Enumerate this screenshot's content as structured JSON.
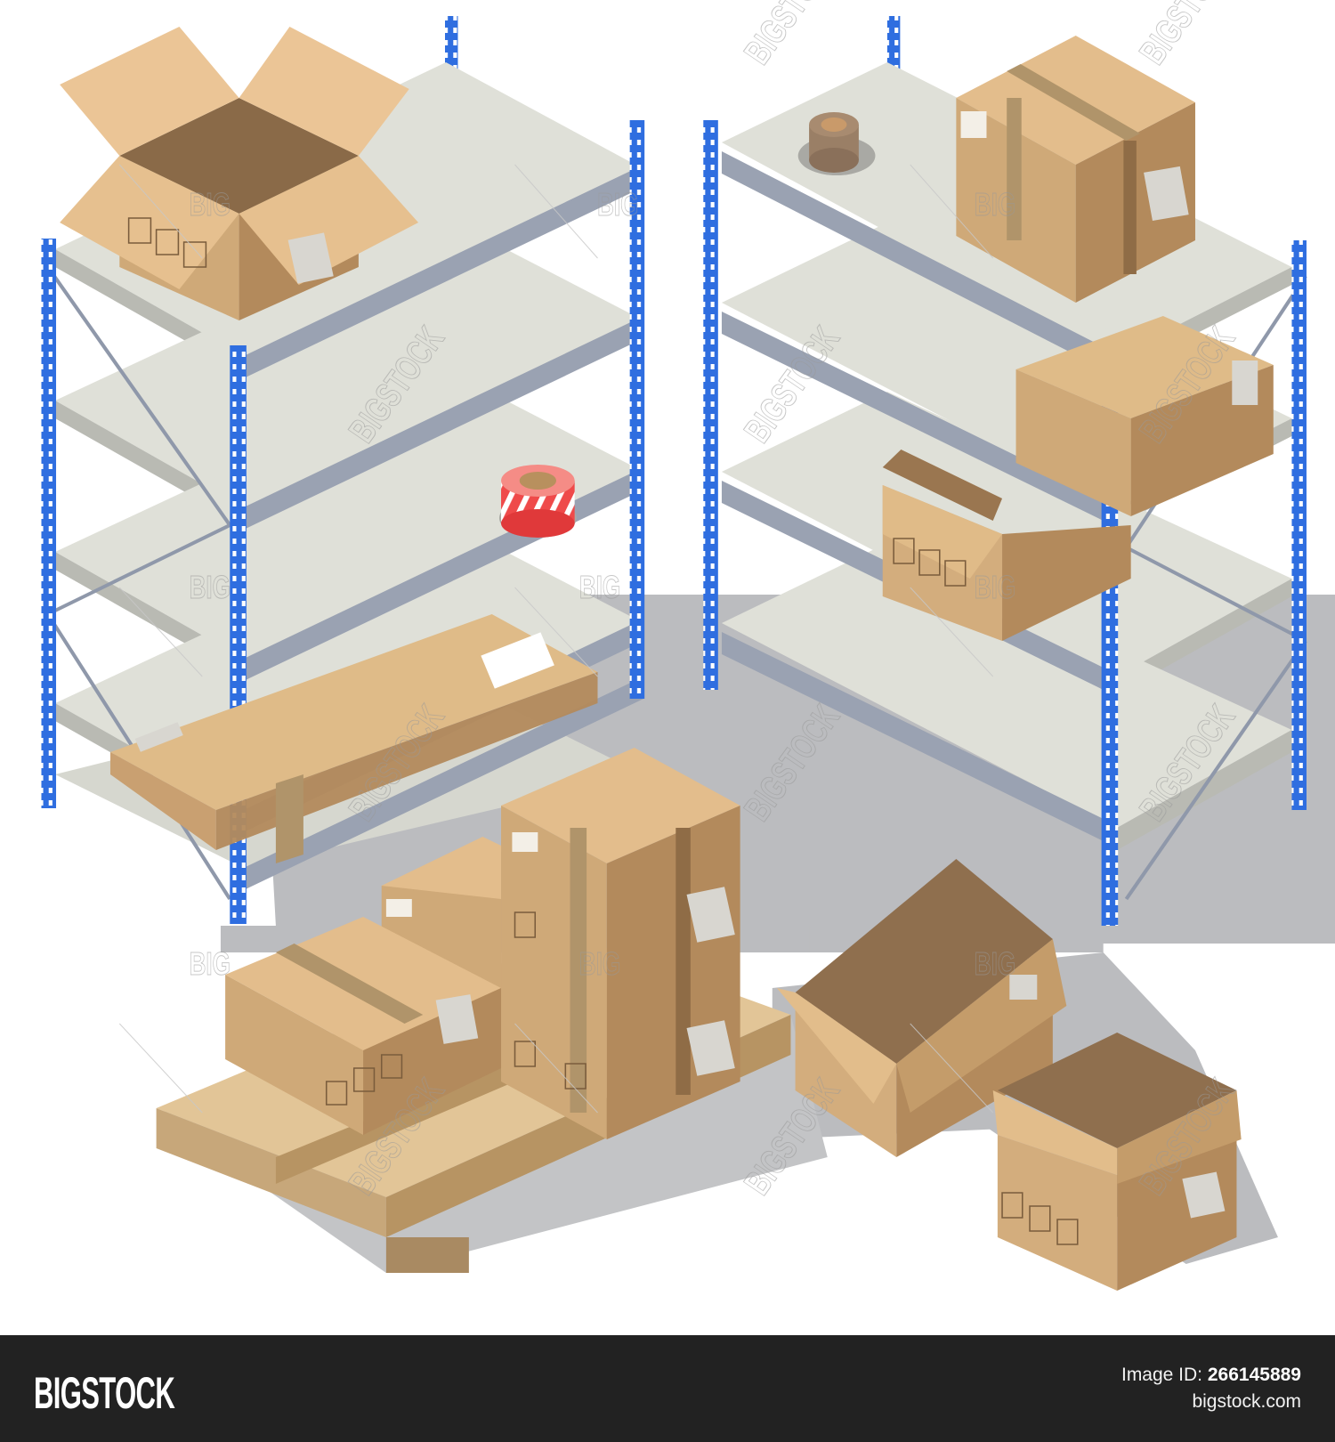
{
  "illustration": {
    "title": "Isometric warehouse storage with metal shelving racks, cardboard boxes, pallet and packing tape",
    "objects": [
      {
        "name": "left-shelving-rack",
        "shelves": 5
      },
      {
        "name": "right-shelving-rack",
        "shelves": 4
      },
      {
        "name": "open-box-top-left"
      },
      {
        "name": "sealed-box-top-right"
      },
      {
        "name": "brown-tape-roll"
      },
      {
        "name": "red-striped-tape-roll"
      },
      {
        "name": "flat-box-lower-left-shelf"
      },
      {
        "name": "boxes-on-right-shelf"
      },
      {
        "name": "wooden-pallet-with-boxes"
      },
      {
        "name": "open-box-floor-middle"
      },
      {
        "name": "open-box-floor-right"
      }
    ],
    "colors": {
      "rack_blue": "#2f6ee0",
      "shelf_gray": "#dedfd6",
      "beam_gray": "#9aa2b2",
      "cardboard": "#cfa978",
      "cardboard_dark": "#a98458",
      "floor_gray": "#bbbcbf",
      "tape_red": "#ef4a4a"
    },
    "watermarks": [
      "BIGSTOCK",
      "BIG"
    ]
  },
  "footer": {
    "logo": "BIGSTOCK",
    "image_id_label": "Image ID:",
    "image_id": "266145889",
    "site": "bigstock.com"
  }
}
